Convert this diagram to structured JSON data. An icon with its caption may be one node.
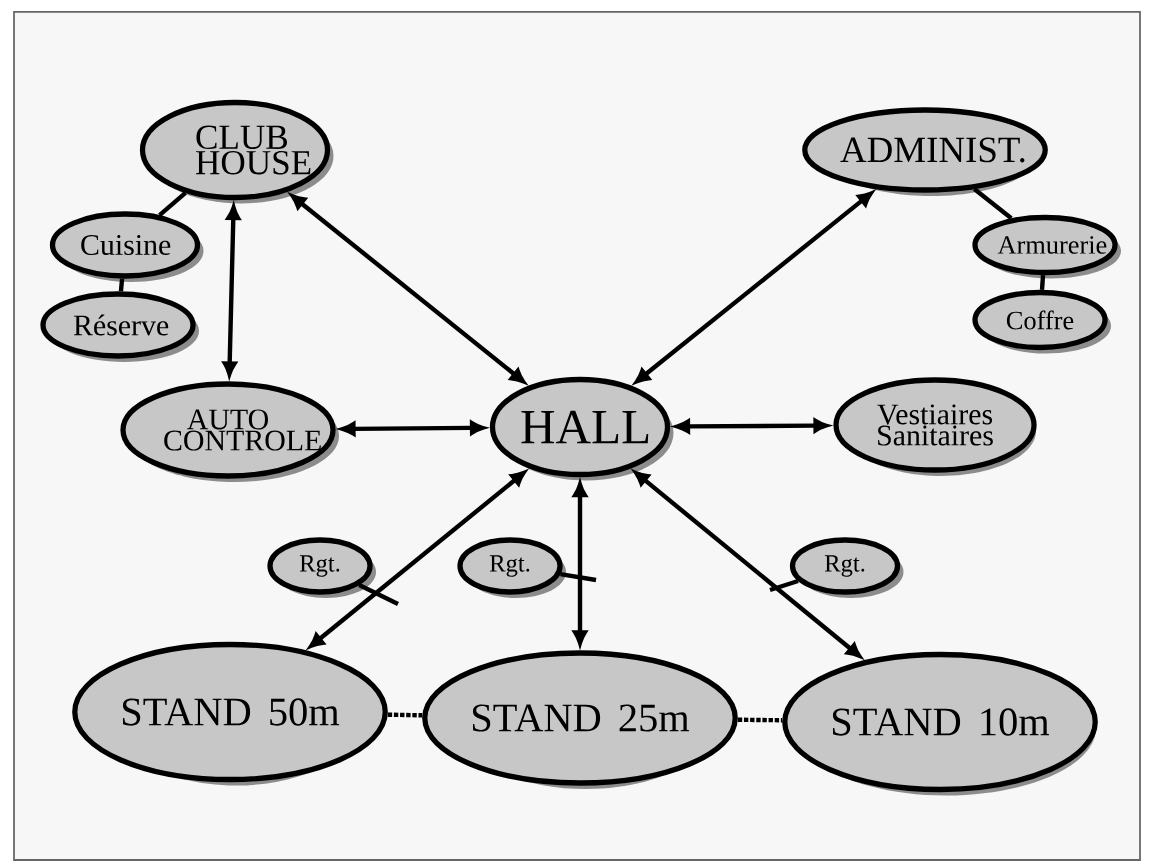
{
  "diagram": {
    "nodes": [
      {
        "text": [
          "CLUB HOUSE"
        ]
      },
      {
        "text": [
          "Cuisine"
        ]
      },
      {
        "text": [
          "Réserve"
        ]
      },
      {
        "text": [
          "ADMINIST."
        ]
      },
      {
        "text": [
          "Armurerie"
        ]
      },
      {
        "text": [
          "Coffre"
        ]
      },
      {
        "text": [
          "AUTO CONTROLE"
        ]
      },
      {
        "text": [
          "HALL"
        ]
      },
      {
        "text": [
          "Vestiaires Sanitaires"
        ]
      },
      {
        "text": [
          "Rgt."
        ]
      },
      {
        "text": [
          "Rgt."
        ]
      },
      {
        "text": [
          "Rgt."
        ]
      },
      {
        "text": [
          "STAND 50m"
        ]
      },
      {
        "text": [
          "STAND 25m"
        ]
      },
      {
        "text": [
          "STAND 10m"
        ]
      }
    ],
    "edges": [
      {
        "from": 0,
        "to": 1,
        "arrow": "none"
      },
      {
        "from": 1,
        "to": 2,
        "arrow": "none"
      },
      {
        "from": 3,
        "to": 4,
        "arrow": "none"
      },
      {
        "from": 4,
        "to": 5,
        "arrow": "none"
      },
      {
        "from": 0,
        "to": 6,
        "arrow": "both"
      },
      {
        "from": 7,
        "to": 0,
        "arrow": "both"
      },
      {
        "from": 7,
        "to": 3,
        "arrow": "both"
      },
      {
        "from": 6,
        "to": 7,
        "arrow": "both"
      },
      {
        "from": 7,
        "to": 8,
        "arrow": "both"
      },
      {
        "from": 7,
        "to": 12,
        "arrow": "both"
      },
      {
        "from": 7,
        "to": 13,
        "arrow": "both"
      },
      {
        "from": 7,
        "to": 14,
        "arrow": "both"
      },
      {
        "from": 9,
        "to": null,
        "arrow": "none"
      },
      {
        "from": 10,
        "to": null,
        "arrow": "none"
      },
      {
        "from": 11,
        "to": null,
        "arrow": "none"
      },
      {
        "from": 12,
        "to": 13,
        "arrow": "none",
        "style": "dashed"
      },
      {
        "from": 13,
        "to": 14,
        "arrow": "none",
        "style": "dashed"
      }
    ]
  }
}
